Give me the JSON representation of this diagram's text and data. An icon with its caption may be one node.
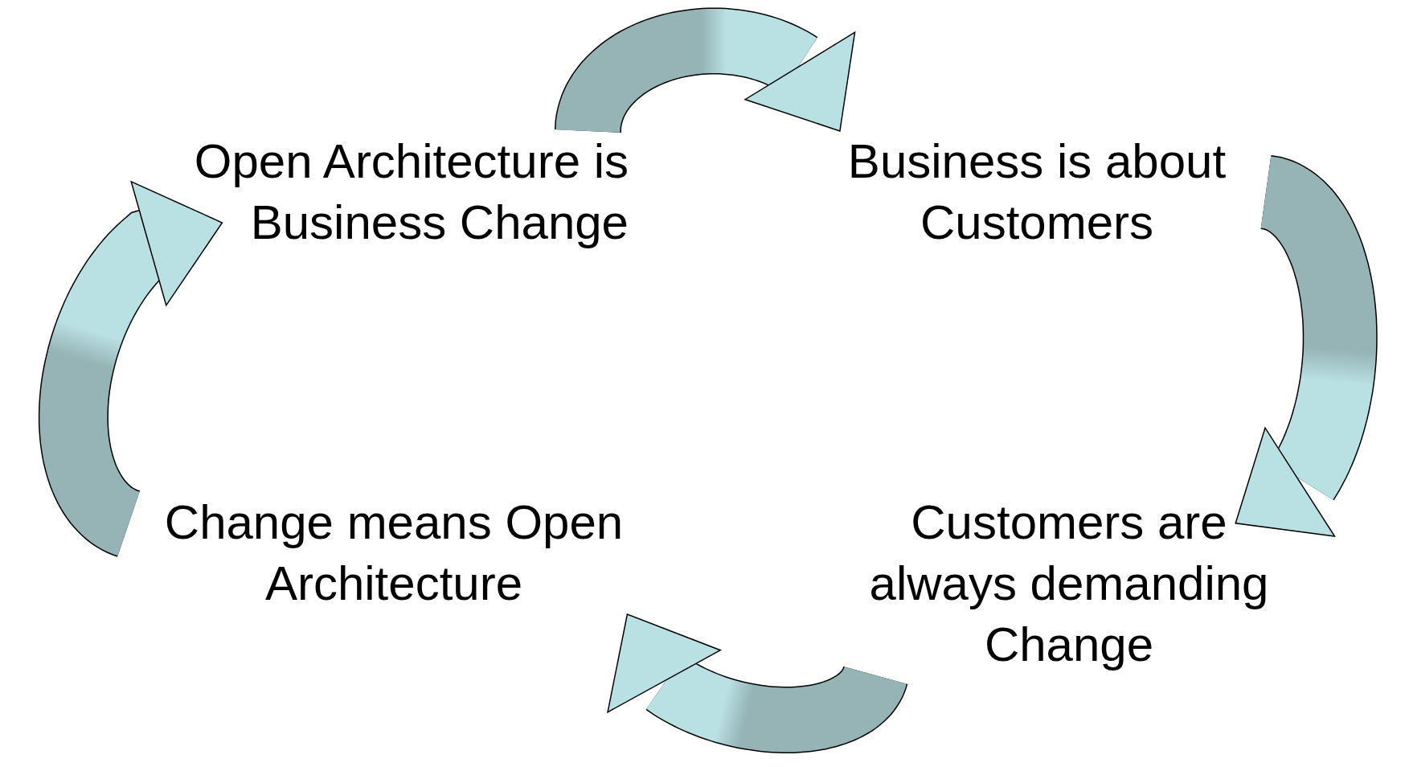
{
  "diagram": {
    "nodes": [
      {
        "text": [
          "Open Architecture is Business Change"
        ]
      },
      {
        "text": [
          "Business is about Customers"
        ]
      },
      {
        "text": [
          "Customers are always demanding Change"
        ]
      },
      {
        "text": [
          "Change means Open Architecture"
        ]
      }
    ],
    "edges": [
      {
        "from": 0,
        "to": 1,
        "arrow": "to"
      },
      {
        "from": 1,
        "to": 2,
        "arrow": "to"
      },
      {
        "from": 2,
        "to": 3,
        "arrow": "to"
      },
      {
        "from": 3,
        "to": 0,
        "arrow": "to"
      }
    ]
  }
}
